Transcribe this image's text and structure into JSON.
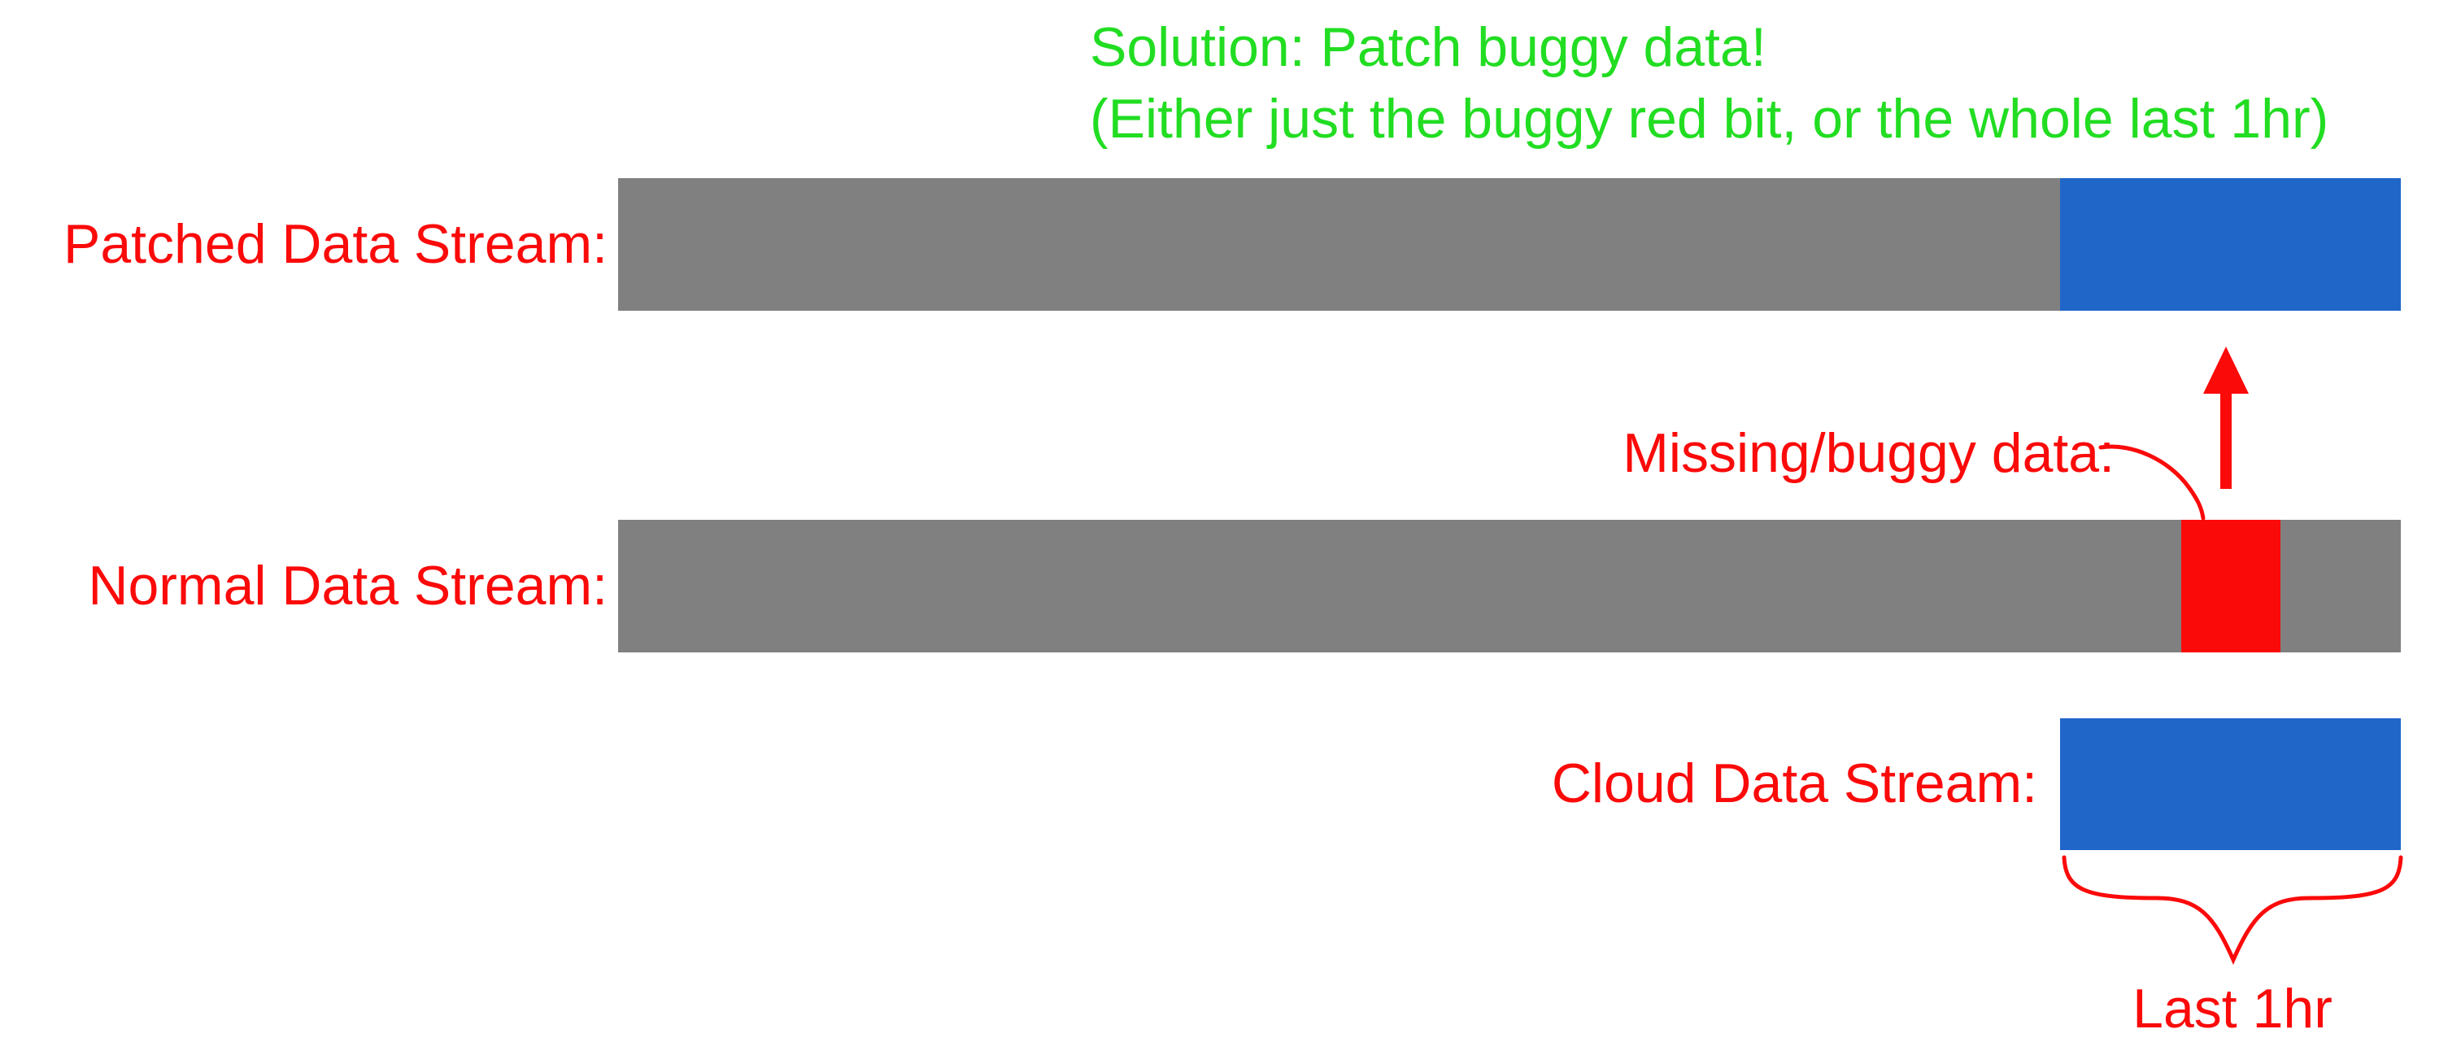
{
  "background": "#ffffff",
  "colors": {
    "red": "#fb0a0a",
    "green": "#22dd22",
    "gray": "#808080",
    "blue": "#2066c9"
  },
  "title": {
    "line1": "Solution: Patch buggy data!",
    "line2": "(Either just the buggy red bit, or the whole last 1hr)"
  },
  "streams": {
    "patched": {
      "label": "Patched Data Stream:",
      "segments": [
        {
          "name": "historical-data",
          "color": "gray"
        },
        {
          "name": "patched-last-1hr",
          "color": "blue"
        }
      ]
    },
    "normal": {
      "label": "Normal Data Stream:",
      "segments": [
        {
          "name": "historical-data",
          "color": "gray"
        },
        {
          "name": "missing-buggy-data",
          "color": "red"
        },
        {
          "name": "recent-data",
          "color": "gray"
        }
      ]
    },
    "cloud": {
      "label": "Cloud Data Stream:",
      "segments": [
        {
          "name": "cloud-last-1hr",
          "color": "blue"
        }
      ]
    }
  },
  "annotations": {
    "missing_buggy_label": "Missing/buggy data:",
    "last_1hr_label": "Last 1hr"
  }
}
